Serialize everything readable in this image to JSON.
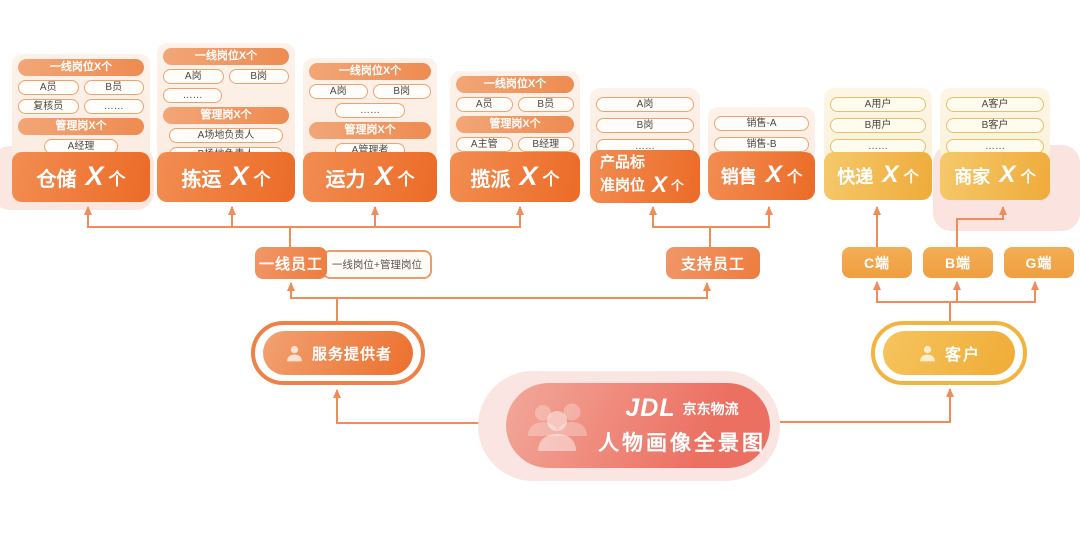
{
  "palette": {
    "orange_banner": "#EC6B27",
    "orange_header": "#EE8B51",
    "yellow_banner": "#EFAB3A",
    "salmon_center": "#EC7062",
    "connector_line": "#EF8C58"
  },
  "groups": [
    {
      "banner": {
        "label": "仓储",
        "count": "X",
        "unit": "个"
      },
      "sections": [
        {
          "header": "一线岗位X个",
          "pills": [
            "A员",
            "B员",
            "复核员",
            "……"
          ]
        },
        {
          "header": "管理岗X个",
          "pills": [
            "A经理"
          ]
        }
      ]
    },
    {
      "banner": {
        "label": "拣运",
        "count": "X",
        "unit": "个"
      },
      "sections": [
        {
          "header": "一线岗位X个",
          "pills": [
            "A岗",
            "B岗",
            "……"
          ]
        },
        {
          "header": "管理岗X个",
          "pills": [
            "A场地负责人",
            "B场地负责人"
          ]
        }
      ]
    },
    {
      "banner": {
        "label": "运力",
        "count": "X",
        "unit": "个"
      },
      "sections": [
        {
          "header": "一线岗位X个",
          "pills": [
            "A岗",
            "B岗",
            "……"
          ]
        },
        {
          "header": "管理岗X个",
          "pills": [
            "A管理者"
          ]
        }
      ]
    },
    {
      "banner": {
        "label": "揽派",
        "count": "X",
        "unit": "个"
      },
      "sections": [
        {
          "header": "一线岗位X个",
          "pills": [
            "A员",
            "B员"
          ]
        },
        {
          "header": "管理岗X个",
          "pills": [
            "A主管",
            "B经理"
          ]
        }
      ]
    },
    {
      "banner": {
        "label_line1": "产品标",
        "label_line2": "准岗位",
        "count": "X",
        "unit": "个"
      },
      "pills": [
        "A岗",
        "B岗",
        "……"
      ]
    },
    {
      "banner": {
        "label": "销售",
        "count": "X",
        "unit": "个"
      },
      "pills": [
        "销售-A",
        "销售-B"
      ]
    },
    {
      "banner": {
        "label": "快递",
        "count": "X",
        "unit": "个"
      },
      "pills": [
        "A用户",
        "B用户",
        "……"
      ]
    },
    {
      "banner": {
        "label": "商家",
        "count": "X",
        "unit": "个"
      },
      "pills": [
        "A客户",
        "B客户",
        "……"
      ]
    }
  ],
  "mid": {
    "front_line_label": "一线员工",
    "front_line_note": "一线岗位+管理岗位",
    "support_label": "支持员工"
  },
  "channels": [
    "C端",
    "B端",
    "G端"
  ],
  "providers": {
    "service_provider": "服务提供者",
    "customer": "客户"
  },
  "center": {
    "logo": "JDL",
    "brand": "京东物流",
    "title": "人物画像全景图"
  },
  "icons": {
    "service_provider": "person-icon",
    "customer": "person-icon",
    "center": "people-group-icon"
  }
}
